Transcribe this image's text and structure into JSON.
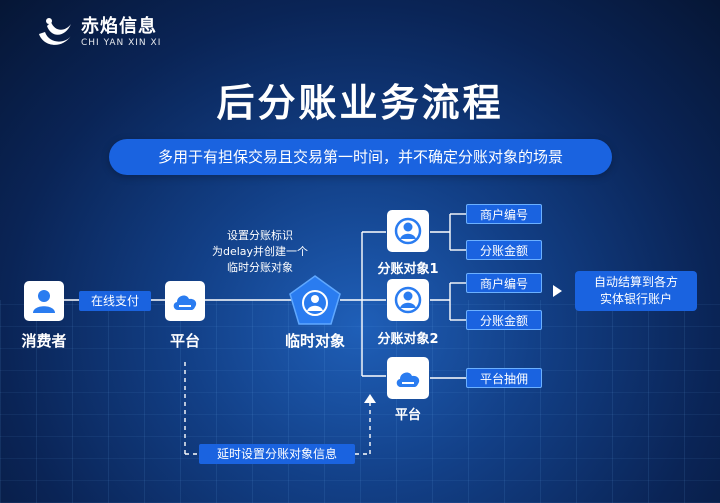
{
  "brand": {
    "name_cn": "赤焰信息",
    "name_en": "CHI YAN XIN XI"
  },
  "title": "后分账业务流程",
  "subtitle": "多用于有担保交易且交易第一时间，并不确定分账对象的场景",
  "nodes": {
    "consumer": "消费者",
    "platform": "平台",
    "temp_object": "临时对象",
    "object1": "分账对象1",
    "object2": "分账对象2",
    "platform2": "平台"
  },
  "tags": {
    "pay": "在线支付",
    "merchant_no_1": "商户编号",
    "amount_1": "分账金额",
    "merchant_no_2": "商户编号",
    "amount_2": "分账金额",
    "commission": "平台抽佣",
    "result_line1": "自动结算到各方",
    "result_line2": "实体银行账户",
    "delay": "延时设置分账对象信息"
  },
  "note": {
    "line1": "设置分账标识",
    "line2": "为delay并创建一个",
    "line3": "临时分账对象"
  },
  "icons": {
    "logo": "chiyan-logo-icon",
    "person": "user-icon",
    "cloud": "cloud-icon",
    "user_circle": "user-circle-icon",
    "arrow": "arrow-right-icon"
  },
  "colors": {
    "accent": "#1a63e0",
    "icon_blue": "#2a7cf0",
    "background": "#0a2456"
  }
}
